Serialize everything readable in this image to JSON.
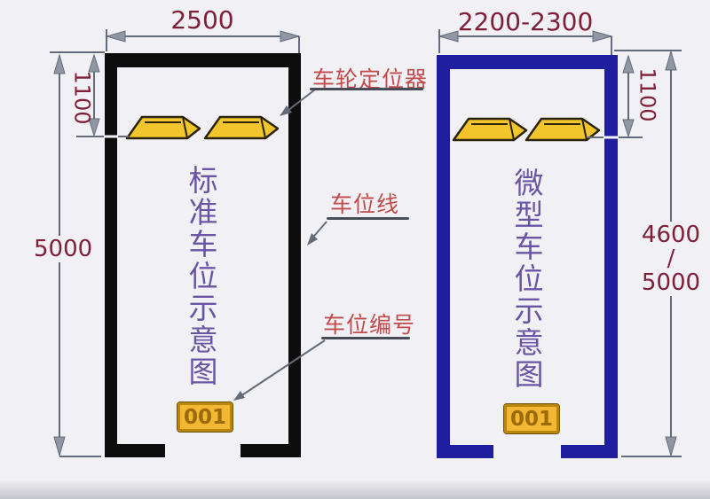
{
  "colors": {
    "bg": "#f1f1f5",
    "outline_left": "#0d0d0d",
    "outline_right": "#1e1e9f",
    "wheel_stop_fill": "#f2c52d",
    "wheel_stop_stroke": "#2b2408",
    "dim_line": "#646b78",
    "dim_arrow": "#8f96a4",
    "dim_text": "#801f38",
    "label_text": "#c24b4b",
    "label_underline": "#474c57",
    "title_text": "#6a55a4",
    "badge_fill": "#f3b833",
    "badge_border": "#b8860b",
    "badge_text": "#9c6a08"
  },
  "left_diagram": {
    "title": "标准车位示意图",
    "width_dim": "2500",
    "height_dim": "5000",
    "wheel_offset_dim": "1100",
    "badge": "001"
  },
  "right_diagram": {
    "title": "微型车位示意图",
    "width_dim": "2200-2300",
    "height_dim_min": "4600",
    "height_dim_sep": "/",
    "height_dim_max": "5000",
    "wheel_offset_dim": "1100",
    "badge": "001"
  },
  "labels": {
    "wheel_positioner": "车轮定位器",
    "parking_line": "车位线",
    "parking_number": "车位编号"
  }
}
